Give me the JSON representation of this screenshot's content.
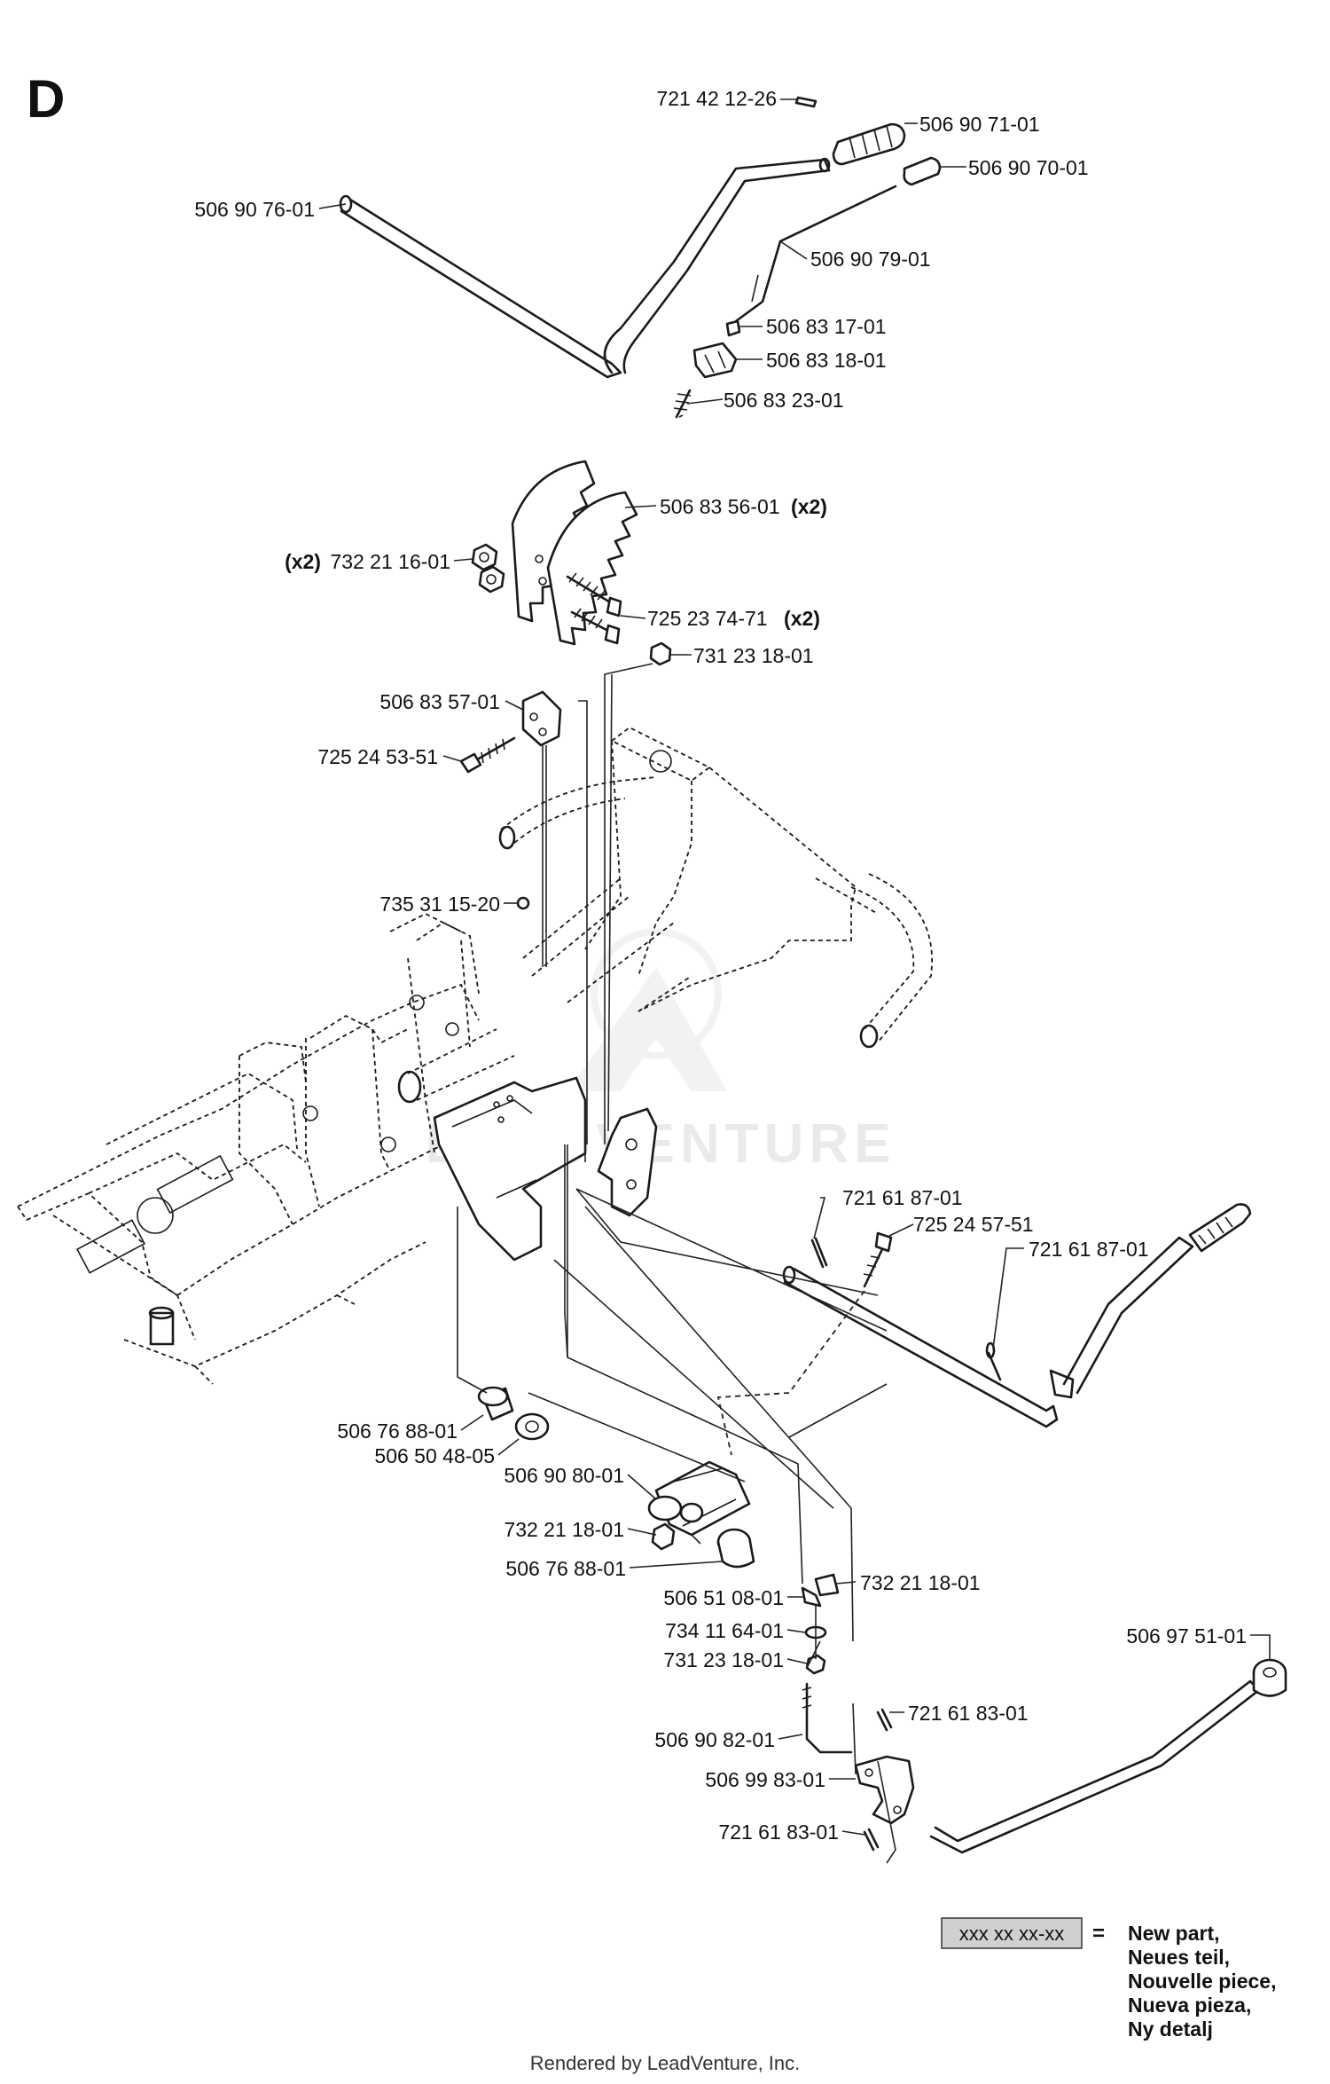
{
  "section_letter": "D",
  "callouts": [
    {
      "id": "c1",
      "text": "721 42 12-26"
    },
    {
      "id": "c2",
      "text": "506 90 71-01"
    },
    {
      "id": "c3",
      "text": "506 90 70-01"
    },
    {
      "id": "c4",
      "text": "506 90 76-01"
    },
    {
      "id": "c5",
      "text": "506 90 79-01"
    },
    {
      "id": "c6",
      "text": "506 83 17-01"
    },
    {
      "id": "c7",
      "text": "506 83 18-01"
    },
    {
      "id": "c8",
      "text": "506 83 23-01"
    },
    {
      "id": "c9",
      "text": "506 83 56-01",
      "qty": "(x2)"
    },
    {
      "id": "c10",
      "text": "732 21 16-01",
      "qty": "(x2)"
    },
    {
      "id": "c11",
      "text": "725 23 74-71",
      "qty": "(x2)"
    },
    {
      "id": "c12",
      "text": "731 23 18-01"
    },
    {
      "id": "c13",
      "text": "506 83 57-01"
    },
    {
      "id": "c14",
      "text": "725 24 53-51"
    },
    {
      "id": "c15",
      "text": "735 31 15-20"
    },
    {
      "id": "c16",
      "text": "721 61 87-01"
    },
    {
      "id": "c17",
      "text": "725 24 57-51"
    },
    {
      "id": "c18",
      "text": "721 61 87-01"
    },
    {
      "id": "c19",
      "text": "506 76 88-01"
    },
    {
      "id": "c20",
      "text": "506 50 48-05"
    },
    {
      "id": "c21",
      "text": "506 90 80-01"
    },
    {
      "id": "c22",
      "text": "732 21 18-01"
    },
    {
      "id": "c23",
      "text": "506 76 88-01"
    },
    {
      "id": "c24",
      "text": "732 21 18-01"
    },
    {
      "id": "c25",
      "text": "506 51 08-01"
    },
    {
      "id": "c26",
      "text": "734 11 64-01"
    },
    {
      "id": "c27",
      "text": "731 23 18-01"
    },
    {
      "id": "c28",
      "text": "506 97 51-01"
    },
    {
      "id": "c29",
      "text": "721 61 83-01"
    },
    {
      "id": "c30",
      "text": "506 90 82-01"
    },
    {
      "id": "c31",
      "text": "506 99 83-01"
    },
    {
      "id": "c32",
      "text": "721 61 83-01"
    }
  ],
  "legend": {
    "box_text": "xxx xx xx-xx",
    "equals": "=",
    "lines": [
      "New part,",
      "Neues teil,",
      "Nouvelle piece,",
      "Nueva pieza,",
      "Ny detalj"
    ]
  },
  "watermark": "LEADVENTURE",
  "footer": "Rendered by LeadVenture, Inc."
}
